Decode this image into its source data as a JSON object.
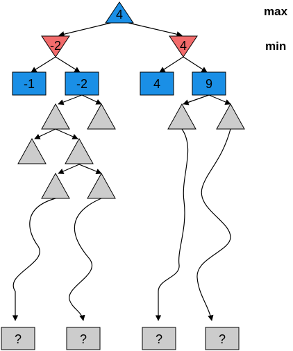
{
  "levels": {
    "max": "max",
    "min": "min"
  },
  "nodes": {
    "root": "4",
    "min_left": "-2",
    "min_right": "4",
    "leaf_a": "-1",
    "leaf_b": "-2",
    "leaf_c": "4",
    "leaf_d": "9",
    "unknown_1": "?",
    "unknown_2": "?",
    "unknown_3": "?",
    "unknown_4": "?"
  },
  "colors": {
    "max_node": "#1a8fe6",
    "min_node": "#f26b6b",
    "unexplored": "#cccccc",
    "stroke": "#000000"
  }
}
